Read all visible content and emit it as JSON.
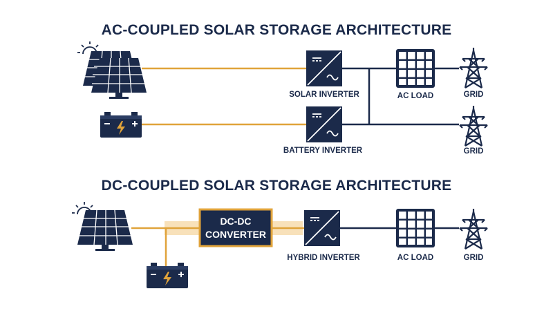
{
  "colors": {
    "navy": "#1b2a4a",
    "gold": "#e0a33a",
    "gold_glow": "#f7dcae",
    "white": "#ffffff"
  },
  "ac_section": {
    "title": "AC-COUPLED SOLAR STORAGE ARCHITECTURE",
    "solar_inverter_label": "SOLAR INVERTER",
    "battery_inverter_label": "BATTERY INVERTER",
    "ac_load_label": "AC LOAD",
    "grid_label_1": "GRID",
    "grid_label_2": "GRID"
  },
  "dc_section": {
    "title": "DC-COUPLED SOLAR STORAGE ARCHITECTURE",
    "converter_line1": "DC-DC",
    "converter_line2": "CONVERTER",
    "hybrid_inverter_label": "HYBRID INVERTER",
    "ac_load_label": "AC LOAD",
    "grid_label": "GRID"
  },
  "icons": [
    "sun-icon",
    "solar-panel-icon",
    "battery-icon",
    "inverter-icon",
    "ac-load-icon",
    "transmission-tower-icon"
  ]
}
